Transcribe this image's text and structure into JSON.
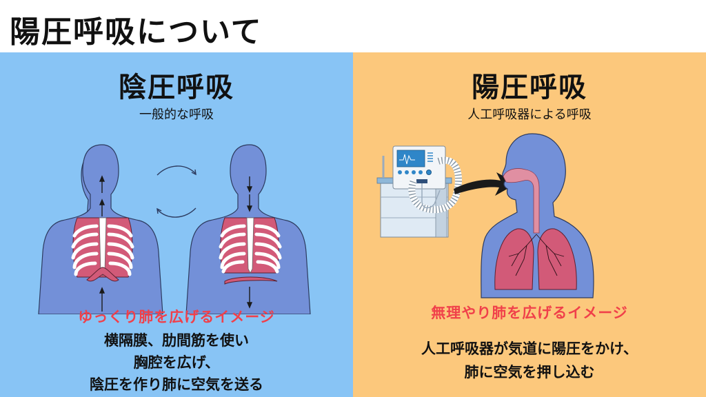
{
  "page": {
    "title": "陽圧呼吸について"
  },
  "colors": {
    "left_panel_bg": "#88c4f5",
    "right_panel_bg": "#fcc87c",
    "body_fill": "#7390d8",
    "lung_fill": "#d25a78",
    "airway_fill": "#e08fa2",
    "accent_red": "#f0404a"
  },
  "left_panel": {
    "title": "陰圧呼吸",
    "subtitle": "一般的な呼吸",
    "illustration": {
      "figures": [
        "inhale-figure",
        "exhale-figure"
      ],
      "cycle_icon": "cycle-arrows-icon"
    },
    "caption": "ゆっくり肺を広げるイメージ",
    "description": [
      "横隔膜、肋間筋を使い",
      "胸腔を広げ、",
      "陰圧を作り肺に空気を送る"
    ]
  },
  "right_panel": {
    "title": "陽圧呼吸",
    "subtitle": "人工呼吸器による呼吸",
    "illustration": {
      "device": "ventilator-icon",
      "arrow": "airflow-arrow-icon",
      "figure": "airway-lungs-figure"
    },
    "caption": "無理やり肺を広げるイメージ",
    "description": [
      "人工呼吸器が気道に陽圧をかけ、",
      "肺に空気を押し込む"
    ]
  }
}
